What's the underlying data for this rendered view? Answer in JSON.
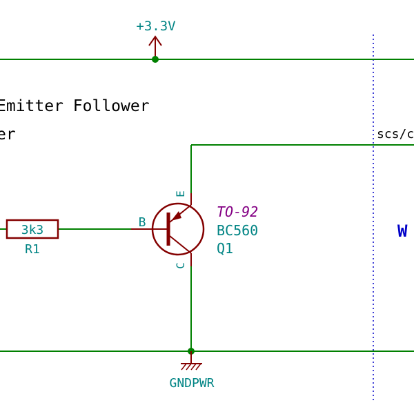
{
  "power_label": "+3.3V",
  "ground_label": "GNDPWR",
  "note_line1": "Emitter Follower",
  "note_line2": "er",
  "net_label": "scs/c",
  "sheet_letter": "W",
  "resistor": {
    "value": "3k3",
    "ref": "R1"
  },
  "transistor": {
    "package": "TO-92",
    "part": "BC560",
    "ref": "Q1",
    "pin_base": "B",
    "pin_emitter": "E",
    "pin_collector": "C"
  },
  "colors": {
    "wire": "#008000",
    "part": "#840000",
    "label": "#008484",
    "field": "#840084",
    "sheet_border": "#0000c8",
    "junction": "#008000"
  }
}
